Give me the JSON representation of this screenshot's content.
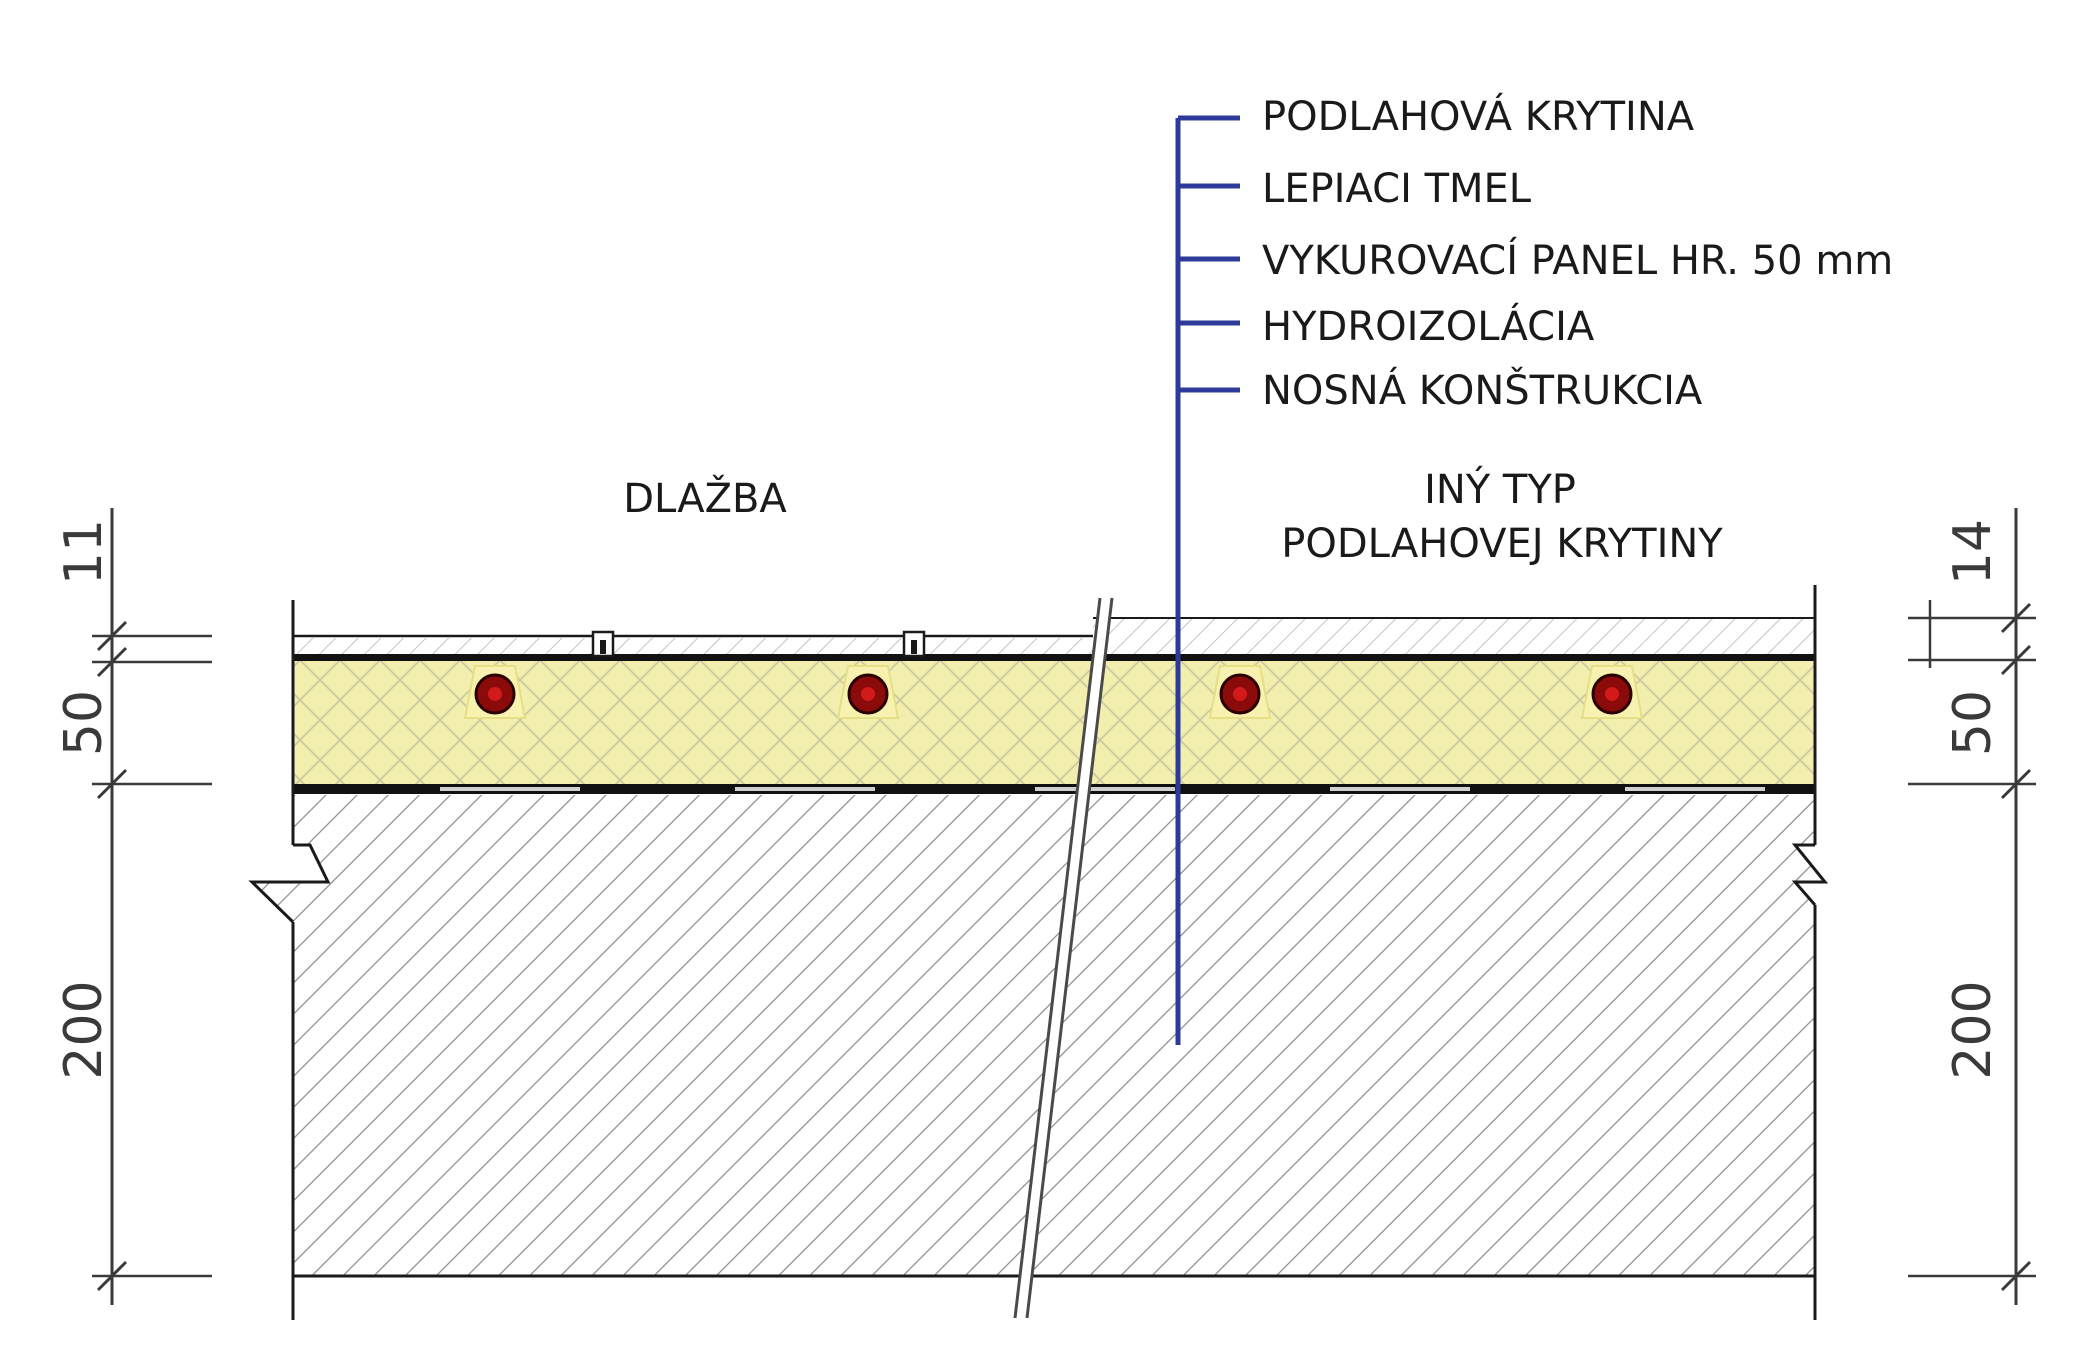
{
  "layer_labels": [
    "PODLAHOVÁ KRYTINA",
    "LEPIACI TMEL",
    "VYKUROVACÍ PANEL HR. 50 mm",
    "HYDROIZOLÁCIA",
    "NOSNÁ KONŠTRUKCIA"
  ],
  "zones": {
    "left": "DLAŽBA",
    "right_line1": "INÝ TYP",
    "right_line2": "PODLAHOVEJ KRYTINY"
  },
  "dimensions": {
    "left": {
      "top": "11",
      "middle": "50",
      "bottom": "200"
    },
    "right": {
      "top": "14",
      "middle": "50",
      "bottom": "200"
    }
  },
  "colors": {
    "panel_fill": "#f1eeae",
    "leader_line": "#2e3a9a",
    "pipe": "#8b0a0a",
    "hatch": "#8a8a8a"
  }
}
